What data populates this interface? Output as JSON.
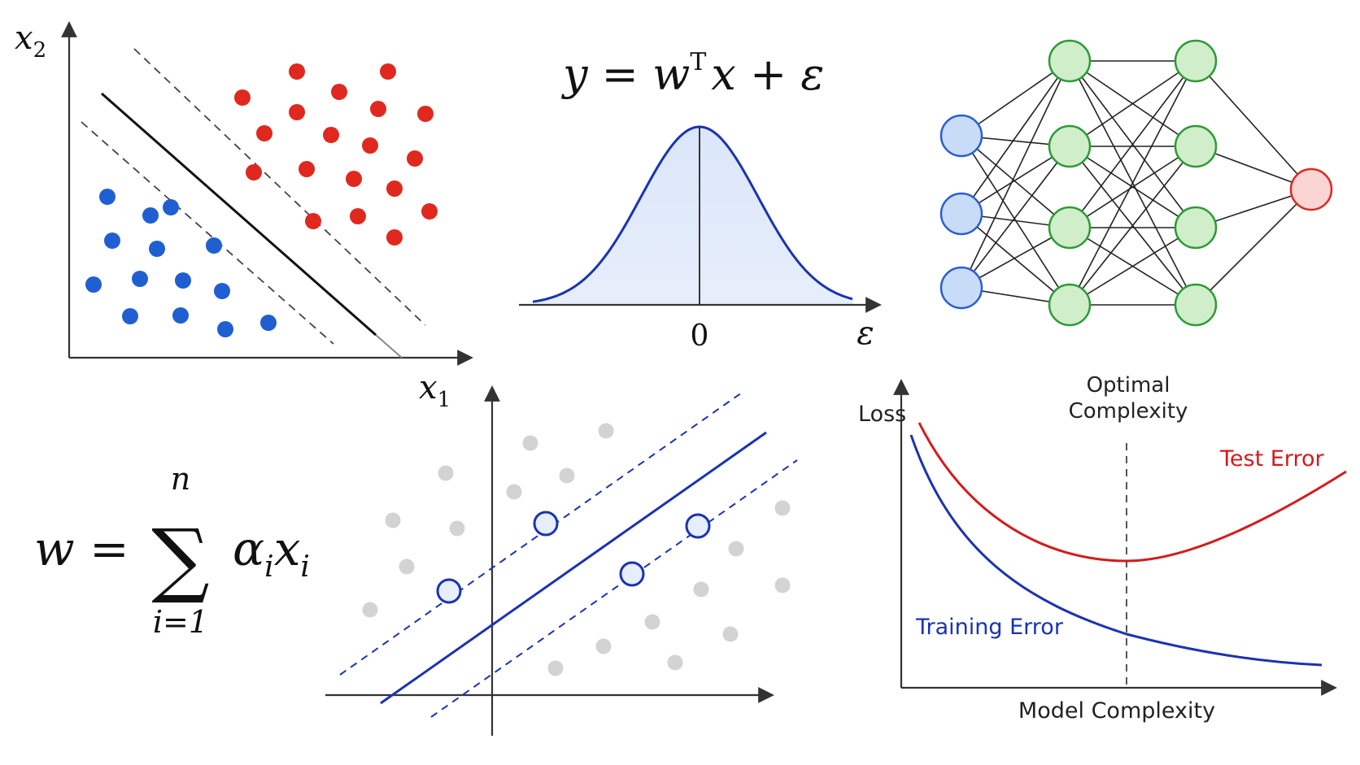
{
  "colors": {
    "red": "#e0281e",
    "blue": "#1f5fd1",
    "navy": "#1a33b0",
    "gray_point": "#d3d3d3",
    "green_node_fill": "#cfeec9",
    "green_node_stroke": "#2e9a36",
    "blue_node_fill": "#c9dcf7",
    "blue_node_stroke": "#2b5fd0",
    "red_node_fill": "#fbd5d3",
    "red_node_stroke": "#e0281e",
    "axis": "#333333"
  },
  "svm_panel": {
    "x_axis_label_base": "x",
    "x_axis_label_sub": "1",
    "y_axis_label_base": "x",
    "y_axis_label_sub": "2"
  },
  "regression_panel": {
    "formula_lhs": "y = w",
    "formula_sup": "T",
    "formula_rhs": "x + ε",
    "zero_label": "0",
    "epsilon_label": "ε"
  },
  "neural_net": {
    "layers": [
      3,
      4,
      4,
      1
    ],
    "layer_colors": [
      "blue",
      "green",
      "green",
      "red"
    ]
  },
  "weight_formula": {
    "lhs": "w =",
    "sigma": "∑",
    "upper": "n",
    "lower": "i=1",
    "term_alpha": "α",
    "term_alpha_sub": "i",
    "term_x": "x",
    "term_x_sub": "i"
  },
  "support_vector_panel": {
    "support_vector_count": 4
  },
  "complexity_chart": {
    "title_line1": "Optimal",
    "title_line2": "Complexity",
    "y_label": "Loss",
    "x_label": "Model Complexity",
    "test_label": "Test Error",
    "train_label": "Training Error"
  }
}
